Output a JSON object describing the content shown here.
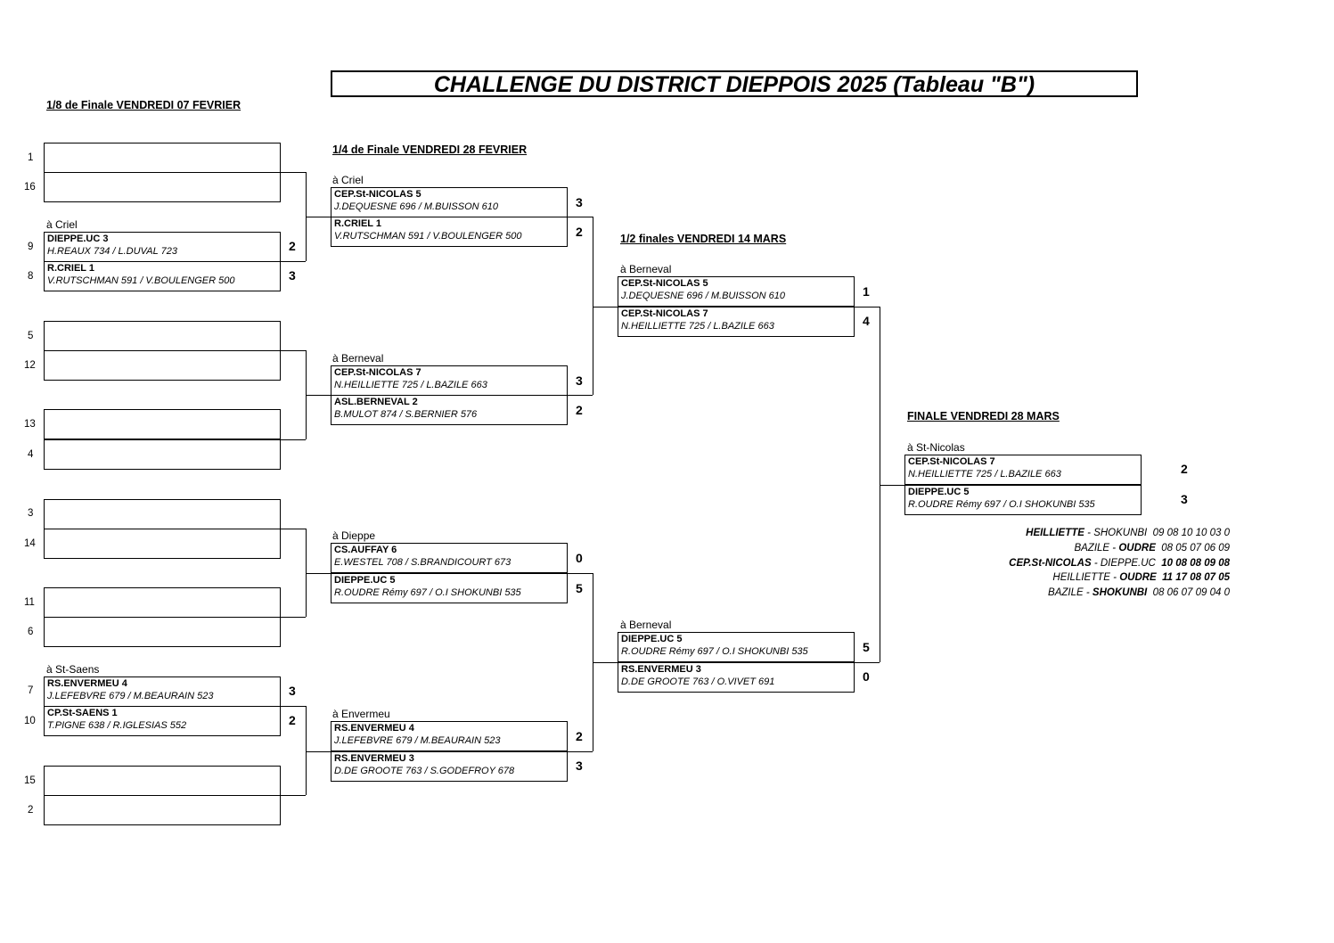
{
  "title": "CHALLENGE DU DISTRICT DIEPPOIS 2025 (Tableau \"B\")",
  "rounds": {
    "r16": "1/8 de Finale VENDREDI 07 FEVRIER",
    "qf": "1/4 de Finale VENDREDI 28 FEVRIER",
    "sf": "1/2 finales VENDREDI 14 MARS",
    "final": "FINALE VENDREDI 28 MARS"
  },
  "seeds": [
    "1",
    "16",
    "9",
    "8",
    "5",
    "12",
    "13",
    "4",
    "3",
    "14",
    "11",
    "6",
    "7",
    "10",
    "15",
    "2"
  ],
  "r16_matches": [
    {
      "venue": "à Criel",
      "a": {
        "team": "DIEPPE.UC 3",
        "players": "H.REAUX 734 / L.DUVAL 723",
        "score": "2"
      },
      "b": {
        "team": "R.CRIEL 1",
        "players": "V.RUTSCHMAN 591 / V.BOULENGER 500",
        "score": "3"
      }
    },
    {
      "venue": "à St-Saens",
      "a": {
        "team": "RS.ENVERMEU 4",
        "players": "J.LEFEBVRE 679 / M.BEAURAIN 523",
        "score": "3"
      },
      "b": {
        "team": "CP.St-SAENS 1",
        "players": "T.PIGNE 638 / R.IGLESIAS 552",
        "score": "2"
      }
    }
  ],
  "qf_matches": [
    {
      "venue": "à Criel",
      "a": {
        "team": "CEP.St-NICOLAS 5",
        "players": "J.DEQUESNE  696 / M.BUISSON 610",
        "score": "3"
      },
      "b": {
        "team": "R.CRIEL 1",
        "players": "V.RUTSCHMAN 591 / V.BOULENGER 500",
        "score": "2"
      }
    },
    {
      "venue": "à Berneval",
      "a": {
        "team": "CEP.St-NICOLAS 7",
        "players": "N.HEILLIETTE 725 / L.BAZILE 663",
        "score": "3"
      },
      "b": {
        "team": "ASL.BERNEVAL 2",
        "players": "B.MULOT 874 / S.BERNIER 576",
        "score": "2"
      }
    },
    {
      "venue": "à Dieppe",
      "a": {
        "team": "CS.AUFFAY 6",
        "players": "E.WESTEL 708 / S.BRANDICOURT 673",
        "score": "0"
      },
      "b": {
        "team": "DIEPPE.UC 5",
        "players": "R.OUDRE Rémy 697 / O.I SHOKUNBI 535",
        "score": "5"
      }
    },
    {
      "venue": "à Envermeu",
      "a": {
        "team": "RS.ENVERMEU 4",
        "players": "J.LEFEBVRE 679 / M.BEAURAIN 523",
        "score": "2"
      },
      "b": {
        "team": "RS.ENVERMEU 3",
        "players": "D.DE GROOTE 763 / S.GODEFROY 678",
        "score": "3"
      }
    }
  ],
  "sf_matches": [
    {
      "venue": "à Berneval",
      "a": {
        "team": "CEP.St-NICOLAS 5",
        "players": "J.DEQUESNE  696 / M.BUISSON 610",
        "score": "1"
      },
      "b": {
        "team": "CEP.St-NICOLAS 7",
        "players": "N.HEILLIETTE 725 / L.BAZILE 663",
        "score": "4"
      }
    },
    {
      "venue": "à Berneval",
      "a": {
        "team": "DIEPPE.UC 5",
        "players": "R.OUDRE Rémy 697 / O.I SHOKUNBI 535",
        "score": "5"
      },
      "b": {
        "team": "RS.ENVERMEU 3",
        "players": "D.DE GROOTE 763 / O.VIVET 691",
        "score": "0"
      }
    }
  ],
  "final_match": {
    "venue": "à St-Nicolas",
    "a": {
      "team": "CEP.St-NICOLAS 7",
      "players": "N.HEILLIETTE 725 / L.BAZILE 663",
      "score": "2"
    },
    "b": {
      "team": "DIEPPE.UC 5",
      "players": "R.OUDRE Rémy 697 / O.I SHOKUNBI 535",
      "score": "3"
    }
  },
  "final_details": [
    {
      "p1": "HEILLIETTE",
      "sep": " - ",
      "p2": "SHOKUNBI",
      "sets": "09 08 10 10 03 0"
    },
    {
      "p1": "BAZILE",
      "sep": " - ",
      "p2": "OUDRE",
      "sets": "08 05 07 06 09"
    },
    {
      "p1": "CEP.St-NICOLAS",
      "sep": " - ",
      "p2": "DIEPPE.UC",
      "sets": "10 08 08 09 08"
    },
    {
      "p1": "HEILLIETTE",
      "sep": " - ",
      "p2": "OUDRE",
      "sets": "11 17 08 07 05"
    },
    {
      "p1": "BAZILE",
      "sep": " - ",
      "p2": "SHOKUNBI",
      "sets": "08 06 07 09 04 0"
    }
  ]
}
